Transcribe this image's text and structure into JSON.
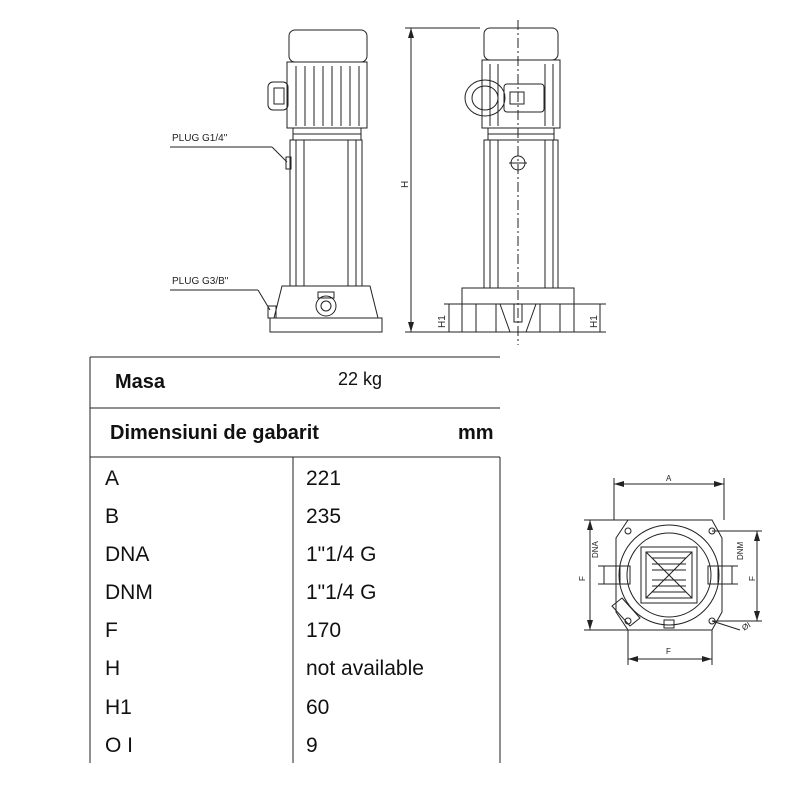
{
  "drawing": {
    "plug_top": "PLUG G1/4\"",
    "plug_bottom": "PLUG G3/B\"",
    "dim_h": "H",
    "dim_h1": "H1",
    "dim_a": "A",
    "dim_f": "F",
    "dim_dna": "DNA",
    "dim_dnm": "DNM",
    "dim_oi": "ØI"
  },
  "table": {
    "mass_label": "Masa",
    "mass_value": "22 kg",
    "dims_label": "Dimensiuni de gabarit",
    "unit": "mm",
    "rows": [
      {
        "name": "A",
        "value": "221"
      },
      {
        "name": "B",
        "value": "235"
      },
      {
        "name": "DNA",
        "value": "1\"1/4 G"
      },
      {
        "name": "DNM",
        "value": "1\"1/4 G"
      },
      {
        "name": "F",
        "value": "170"
      },
      {
        "name": "H",
        "value": "not available"
      },
      {
        "name": "H1",
        "value": "60"
      },
      {
        "name": "O I",
        "value": "9"
      }
    ]
  }
}
